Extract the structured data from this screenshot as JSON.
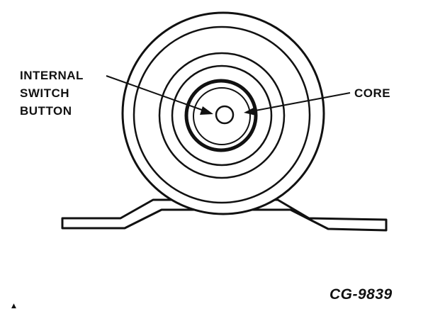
{
  "labels": {
    "internal_switch_button": [
      "INTERNAL",
      "SWITCH",
      "BUTTON"
    ],
    "core": "CORE"
  },
  "figure_code": "CG-9839",
  "corner_mark": "▲",
  "colors": {
    "ink": "#111111",
    "background": "#ffffff"
  }
}
